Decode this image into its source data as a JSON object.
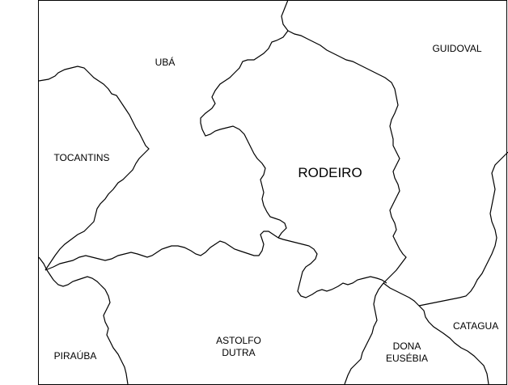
{
  "map": {
    "colors": {
      "background": "#ffffff",
      "boundary": "#000000"
    },
    "labels": {
      "uba": "UBÁ",
      "guidoval": "GUIDOVAL",
      "tocantins": "TOCANTINS",
      "rodeiro": "RODEIRO",
      "astolfo_line1": "ASTOLFO",
      "astolfo_line2": "DUTRA",
      "dona_line1": "DONA",
      "dona_line2": "EUSÉBIA",
      "catagua": "CATAGUA",
      "irauba": "PIRAÚBA"
    }
  }
}
